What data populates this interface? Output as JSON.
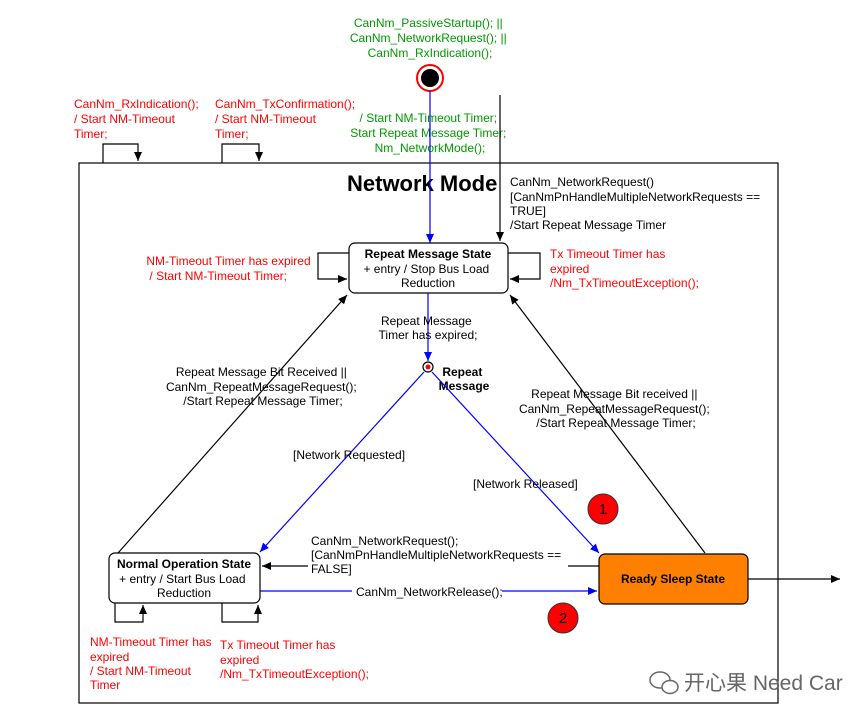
{
  "initial": {
    "lines": [
      "CanNm_PassiveStartup(); ||",
      "CanNm_NetworkRequest(); ||",
      "CanNm_RxIndication();"
    ]
  },
  "initial_action": {
    "lines": [
      "/ Start NM-Timeout Timer;",
      "Start Repeat Message Timer;",
      "Nm_NetworkMode();"
    ]
  },
  "network_mode_title": "Network Mode",
  "outer_rx": {
    "lines": [
      "CanNm_RxIndication();",
      "/ Start NM-Timeout",
      "Timer;"
    ]
  },
  "outer_tx": {
    "lines": [
      "CanNm_TxConfirmation();",
      "/ Start NM-Timeout",
      "Timer;"
    ]
  },
  "states": {
    "repeat_message": {
      "name": "Repeat Message State",
      "lines": [
        "+ entry / Stop Bus Load",
        "Reduction"
      ]
    },
    "normal_operation": {
      "name": "Normal Operation State",
      "lines": [
        "+ entry / Start Bus Load",
        "Reduction"
      ]
    },
    "ready_sleep": {
      "name": "Ready Sleep State"
    }
  },
  "transitions": {
    "network_request_top": {
      "lines": [
        "CanNm_NetworkRequest()",
        "[CanNmPnHandleMultipleNetworkRequests ==",
        "TRUE]",
        "/Start Repeat Message Timer"
      ]
    },
    "rm_nm_timeout": {
      "lines": [
        "NM-Timeout Timer has expired",
        "/ Start NM-Timeout Timer;"
      ]
    },
    "rm_tx_timeout": {
      "lines": [
        "Tx Timeout Timer has",
        "expired",
        "/Nm_TxTimeoutException();"
      ]
    },
    "repeat_timer_expired": {
      "lines": [
        "Repeat Message",
        "Timer has expired;"
      ]
    },
    "repeat_message_choice": {
      "lines": [
        "Repeat",
        "Message"
      ]
    },
    "repeat_bit_left": {
      "lines": [
        "Repeat Message Bit Received ||",
        "CanNm_RepeatMessageRequest();",
        "/Start Repeat Message Timer;"
      ]
    },
    "repeat_bit_right": {
      "lines": [
        "Repeat Message Bit received ||",
        "CanNm_RepeatMessageRequest();",
        "/Start Repeat Message Timer;"
      ]
    },
    "network_requested": {
      "text": "[Network Requested]"
    },
    "network_released": {
      "text": "[Network Released]"
    },
    "network_request_mid": {
      "lines": [
        "CanNm_NetworkRequest();",
        "[CanNmPnHandleMultipleNetworkRequests ==",
        "FALSE]"
      ]
    },
    "network_release": {
      "text": "CanNm_NetworkRelease();"
    },
    "no_nm_timeout": {
      "lines": [
        "NM-Timeout Timer has",
        "expired",
        "/ Start NM-Timeout",
        "Timer"
      ]
    },
    "no_tx_timeout": {
      "lines": [
        "Tx Timeout Timer has",
        "expired",
        "/Nm_TxTimeoutException();"
      ]
    }
  },
  "markers": {
    "one": "1",
    "two": "2"
  },
  "watermark": "开心果 Need Car",
  "colors": {
    "blue": "#0000ff",
    "red": "#ff0000",
    "green": "#009900",
    "orange": "#ff8000",
    "black": "#000000"
  }
}
